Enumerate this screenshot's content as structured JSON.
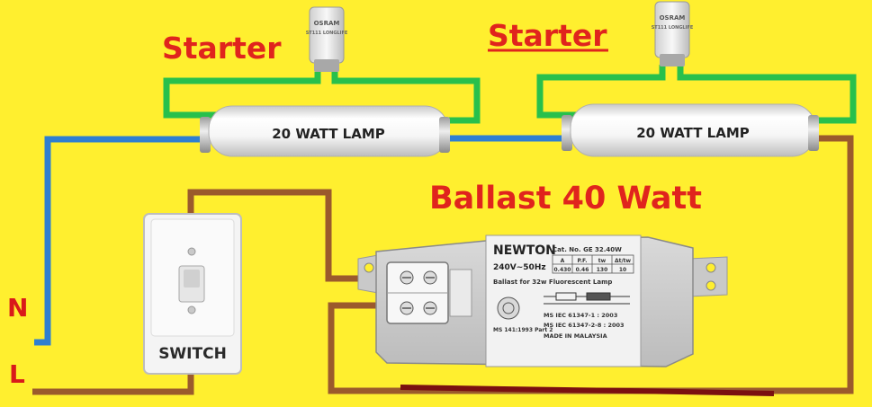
{
  "labels": {
    "starter_left": "Starter",
    "starter_right": "Starter",
    "ballast_title": "Ballast 40 Watt",
    "neutral": "N",
    "line": "L",
    "switch": "SWITCH",
    "lamp_left": "20 WATT LAMP",
    "lamp_right": "20 WATT LAMP"
  },
  "starter_print": {
    "brand": "OSRAM",
    "model": "ST111 LONGLIFE"
  },
  "ballast_print": {
    "brand": "NEWTON",
    "cat_no": "Cat. No. GE 32.40W",
    "rating": "240V~50Hz",
    "table_headers": [
      "A",
      "P.F.",
      "tw",
      "Δt/tw"
    ],
    "table_values": [
      "0.430",
      "0.46",
      "130",
      "10"
    ],
    "description": "Ballast for 32w Fluorescent Lamp",
    "std1": "MS IEC 61347-1 : 2003",
    "std2": "MS IEC 61347-2-8 : 2003",
    "std3": "MS 141:1993 Part 2",
    "origin": "MADE IN MALAYSIA"
  },
  "colors": {
    "background": "#ffef2f",
    "wire_neutral": "#2f7fd0",
    "wire_line": "#9b5a2c",
    "wire_starter": "#28c04c",
    "wire_extra": "#7a1010",
    "title_text": "#e0241d",
    "label_text": "#d91a1a"
  }
}
